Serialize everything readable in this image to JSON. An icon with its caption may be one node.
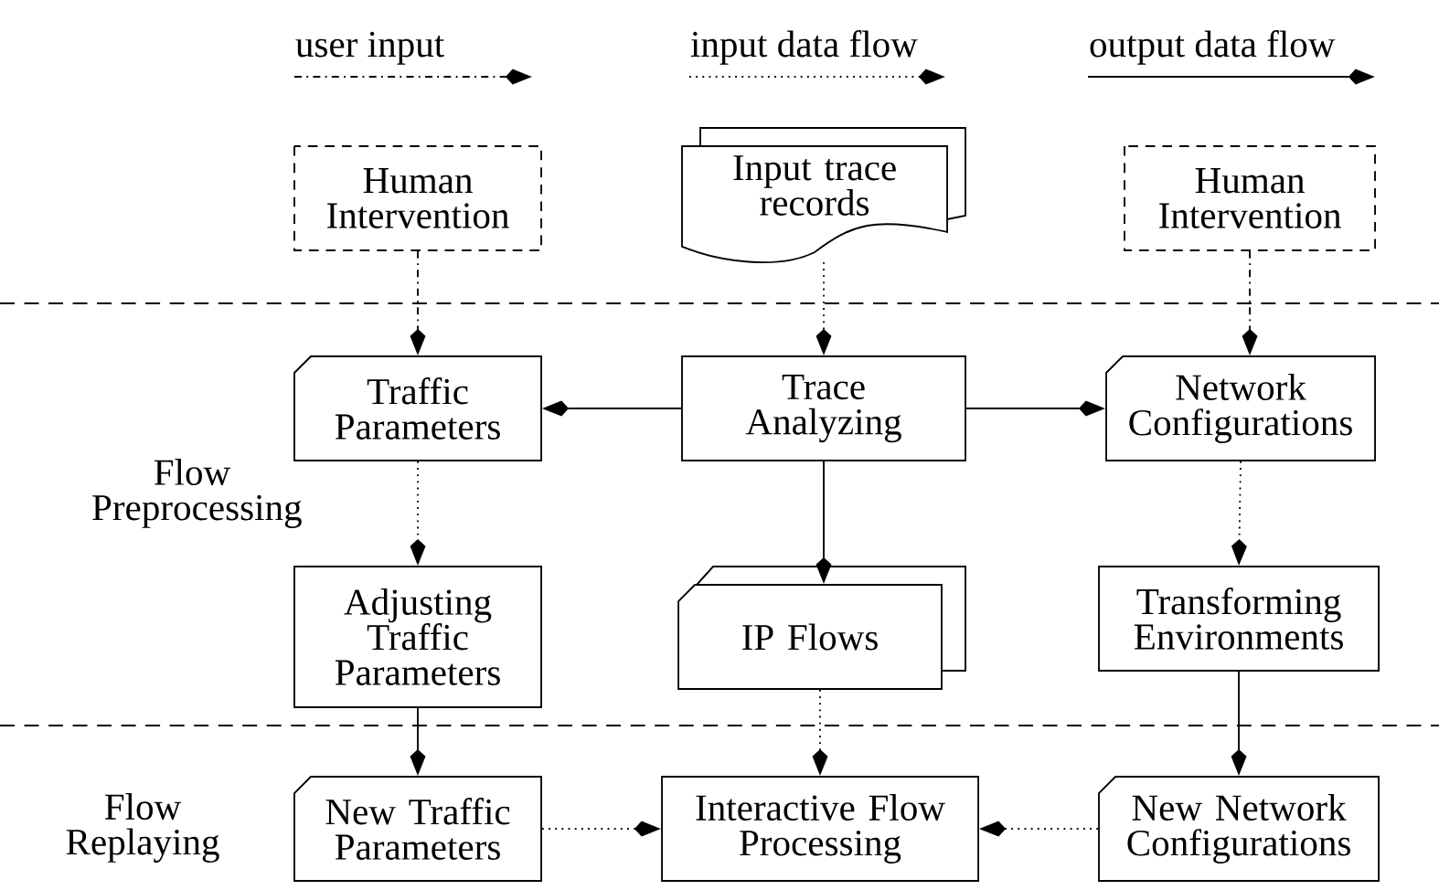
{
  "diagram": {
    "nodes": [
      {
        "text": [
          "Human Intervention"
        ]
      },
      {
        "text": [
          "Input trace records"
        ]
      },
      {
        "text": [
          "Human Intervention"
        ]
      },
      {
        "text": [
          "Traffic Parameters"
        ]
      },
      {
        "text": [
          "Trace Analyzing"
        ]
      },
      {
        "text": [
          "Network Configurations"
        ]
      },
      {
        "text": [
          "Adjusting Traffic Parameters"
        ]
      },
      {
        "text": [
          "IP Flows"
        ]
      },
      {
        "text": [
          "Transforming Environments"
        ]
      },
      {
        "text": [
          "New Traffic Parameters"
        ]
      },
      {
        "text": [
          "Interactive Flow Processing"
        ]
      },
      {
        "text": [
          "New Network Configurations"
        ]
      }
    ],
    "edges": [
      {
        "from": 0,
        "to": 3,
        "arrow": "to",
        "style": "dashed"
      },
      {
        "from": 1,
        "to": 4,
        "arrow": "to",
        "style": "dashed"
      },
      {
        "from": 2,
        "to": 5,
        "arrow": "to",
        "style": "dashed"
      },
      {
        "from": 4,
        "to": 3,
        "arrow": "to"
      },
      {
        "from": 4,
        "to": 5,
        "arrow": "to"
      },
      {
        "from": 3,
        "to": 6,
        "arrow": "to",
        "style": "dashed"
      },
      {
        "from": 4,
        "to": 7,
        "arrow": "to"
      },
      {
        "from": 5,
        "to": 8,
        "arrow": "to",
        "style": "dashed"
      },
      {
        "from": 6,
        "to": 9,
        "arrow": "to"
      },
      {
        "from": 7,
        "to": 10,
        "arrow": "to",
        "style": "dashed"
      },
      {
        "from": 8,
        "to": 11,
        "arrow": "to"
      },
      {
        "from": 9,
        "to": 10,
        "arrow": "to",
        "style": "dashed"
      },
      {
        "from": 11,
        "to": 10,
        "arrow": "to",
        "style": "dashed"
      }
    ],
    "labels": [
      "Flow Preprocessing",
      "Flow Replaying"
    ],
    "legend": [
      {
        "text": "user input"
      },
      {
        "text": "input data flow"
      },
      {
        "text": "output data flow"
      }
    ]
  }
}
